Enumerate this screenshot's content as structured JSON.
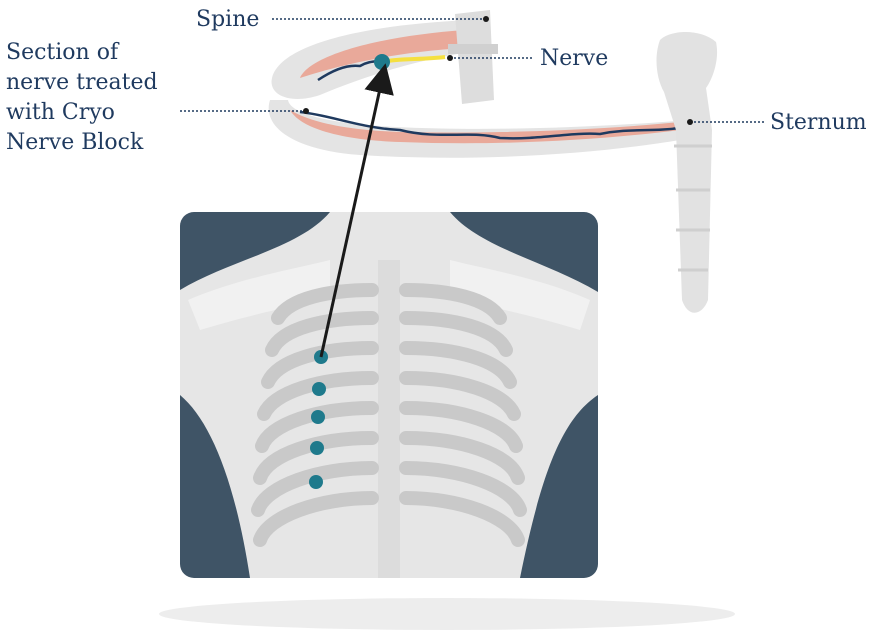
{
  "labels": {
    "spine": "Spine",
    "nerve": "Nerve",
    "sternum": "Sternum",
    "section": "Section of nerve treated with Cryo Nerve Block"
  },
  "colors": {
    "rib": "#e5e5e5",
    "rib_dark": "#cfcfcf",
    "tissue": "#e9a99a",
    "nerve_line": "#1f3a5f",
    "treated_nerve": "#f5e040",
    "dot": "#1f7a8c",
    "xray_bg": "#3f5466",
    "body": "#e6e6e6",
    "label_text": "#1f3a5f"
  },
  "injection_points": 5
}
